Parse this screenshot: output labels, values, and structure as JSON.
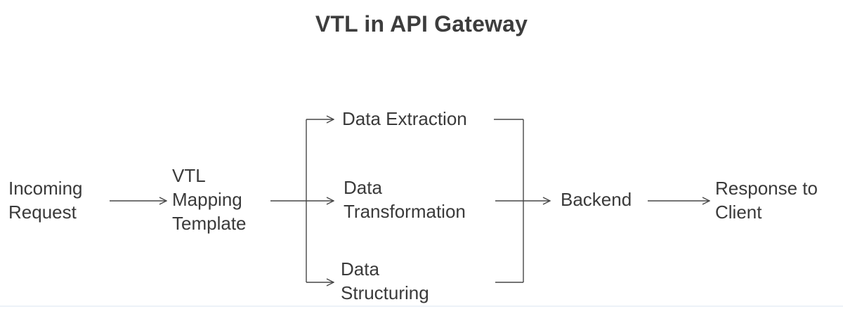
{
  "title": "VTL in API Gateway",
  "diagram": {
    "type": "flowchart",
    "direction": "left-to-right",
    "nodes": [
      {
        "id": "incoming-request",
        "label": "Incoming\nRequest"
      },
      {
        "id": "vtl-mapping-template",
        "label": "VTL\nMapping\nTemplate"
      },
      {
        "id": "data-extraction",
        "label": "Data Extraction"
      },
      {
        "id": "data-transformation",
        "label": "Data\nTransformation"
      },
      {
        "id": "data-structuring",
        "label": "Data\nStructuring"
      },
      {
        "id": "backend",
        "label": "Backend"
      },
      {
        "id": "response-to-client",
        "label": "Response to\nClient"
      }
    ],
    "edges": [
      {
        "from": "incoming-request",
        "to": "vtl-mapping-template"
      },
      {
        "from": "vtl-mapping-template",
        "to": "data-extraction"
      },
      {
        "from": "vtl-mapping-template",
        "to": "data-transformation"
      },
      {
        "from": "vtl-mapping-template",
        "to": "data-structuring"
      },
      {
        "from": "data-extraction",
        "to": "backend"
      },
      {
        "from": "data-transformation",
        "to": "backend"
      },
      {
        "from": "data-structuring",
        "to": "backend"
      },
      {
        "from": "backend",
        "to": "response-to-client"
      }
    ]
  },
  "colors": {
    "background": "#ffffff",
    "text": "#3a3a3a",
    "title": "#3d3d3d",
    "connector": "#474747"
  }
}
